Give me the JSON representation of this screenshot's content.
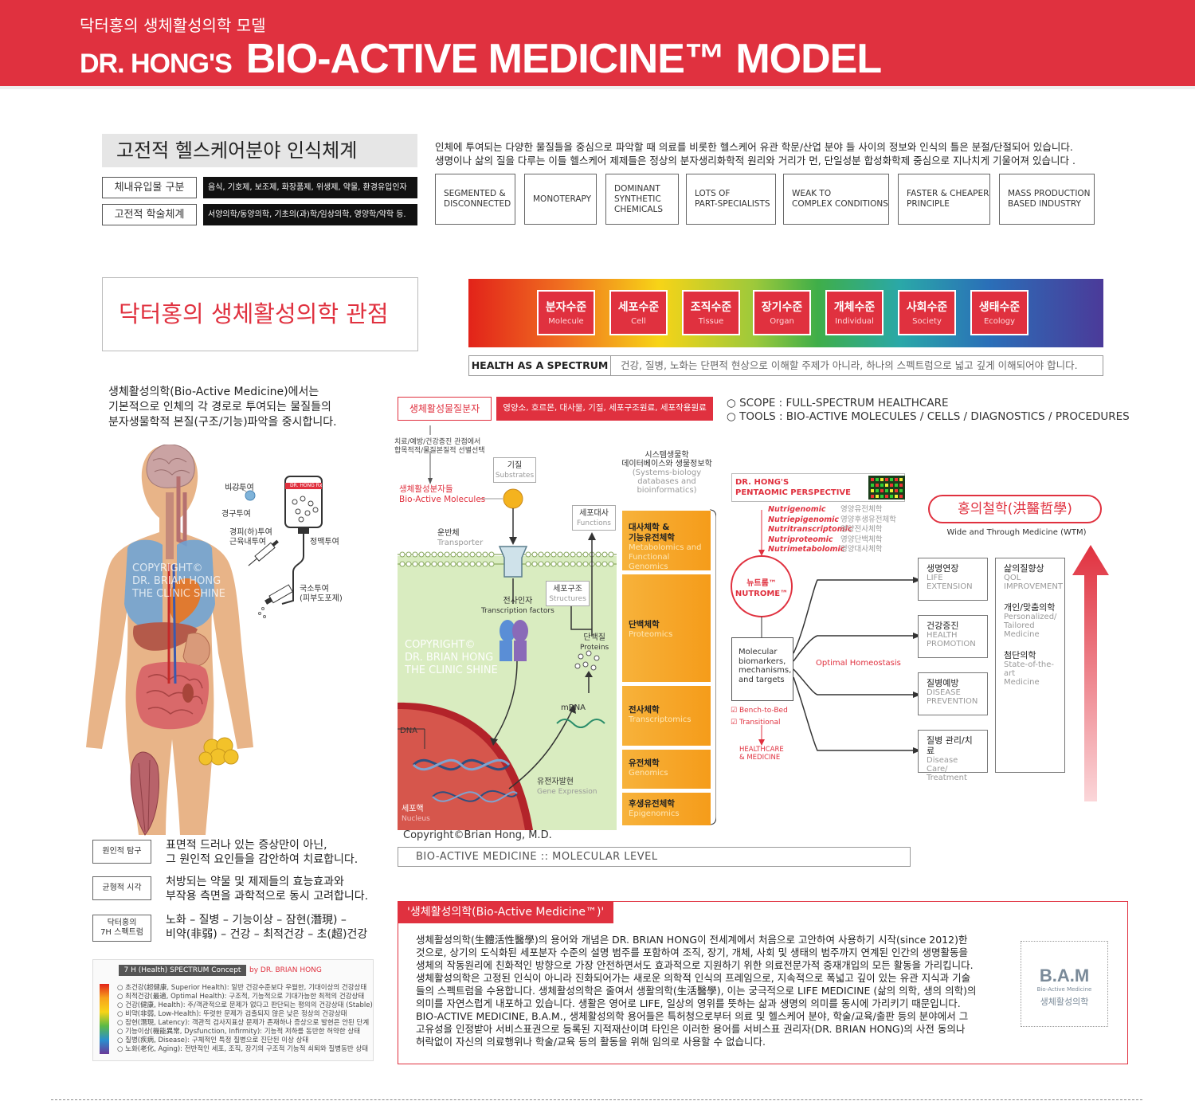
{
  "header": {
    "title_ko": "닥터홍의 생체활성의학 모델",
    "title_en_prefix": "DR. HONG'S",
    "title_en_main": "BIO-ACTIVE MEDICINE™  MODEL"
  },
  "classic": {
    "title": "고전적 헬스케어분야 인식체계",
    "rows": [
      {
        "label": "체내유입물 구분",
        "value": "음식, 기호제, 보조제, 화장품제, 위생제, 약물, 환경유입인자"
      },
      {
        "label": "고전적 학술체계",
        "value": "서양의학/동양의학, 기초의(과)학/임상의학, 영양학/약학 등."
      }
    ],
    "intro_line1": "인체에 투여되는 다양한 물질들을 중심으로 파악할 때 의료를 비롯한 헬스케어 유관 학문/산업 분야 들 사이의 정보와 인식의 틀은 분절/단절되어 있습니다.",
    "intro_line2": "생명이나 삶의 질을 다루는 이들 헬스케어 제제들은 정상의 분자생리화학적 원리와 거리가 먼, 단일성분 합성화학제 중심으로 지나치게 기울어져 있습니다 .",
    "characteristics": [
      {
        "l1": "SEGMENTED &",
        "l2": "DISCONNECTED",
        "l3": ""
      },
      {
        "l1": "MONOTERAPY",
        "l2": "",
        "l3": ""
      },
      {
        "l1": "DOMINANT",
        "l2": "SYNTHETIC",
        "l3": "CHEMICALS"
      },
      {
        "l1": "LOTS OF",
        "l2": "PART-SPECIALISTS",
        "l3": ""
      },
      {
        "l1": "WEAK TO",
        "l2": "COMPLEX CONDITIONS",
        "l3": ""
      },
      {
        "l1": "FASTER & CHEAPER",
        "l2": "PRINCIPLE",
        "l3": ""
      },
      {
        "l1": "MASS PRODUCTION",
        "l2": "BASED INDUSTRY",
        "l3": ""
      }
    ]
  },
  "perspective": {
    "title": "닥터홍의 생체활성의학 관점",
    "levels": [
      {
        "ko": "분자수준",
        "en": "Molecule"
      },
      {
        "ko": "세포수준",
        "en": "Cell"
      },
      {
        "ko": "조직수준",
        "en": "Tissue"
      },
      {
        "ko": "장기수준",
        "en": "Organ"
      },
      {
        "ko": "개체수준",
        "en": "Individual"
      },
      {
        "ko": "사회수준",
        "en": "Society"
      },
      {
        "ko": "생태수준",
        "en": "Ecology"
      }
    ],
    "spectrum_label": "HEALTH AS A SPECTRUM",
    "spectrum_desc": "건강, 질병, 노화는 단편적 현상으로 이해할 주제가 아니라, 하나의 스펙트럼으로 넓고 깊게 이해되어야 합니다."
  },
  "bam_intro": {
    "line1": "생체활성의학(Bio-Active Medicine)에서는",
    "line2": "기본적으로 인체의 각 경로로 투여되는 물질들의",
    "line3": "분자생물학적 본질(구조/기능)파악을 중시합니다."
  },
  "body_labels": {
    "nasal": "비강투여",
    "oral": "경구투여",
    "subcut_1": "경피(하)투여",
    "subcut_2": "근육내투여",
    "iv": "정맥투여",
    "topical_1": "국소투여",
    "topical_2": "(피부도포제)",
    "iv_bag": "DR. HONG Rx",
    "copyright_1": "COPYRIGHT©",
    "copyright_2": "DR. BRIAN HONG",
    "copyright_3": "THE CLINIC SHINE"
  },
  "molecules": {
    "box_label": "생체활성물질분자",
    "box_value": "영양소, 호르몬, 대사물, 기질, 세포구조원료, 세포작용원료",
    "scope": "○ SCOPE : FULL-SPECTRUM HEALTHCARE",
    "tools": "○ TOOLS : BIO-ACTIVE MOLECULES / CELLS / DIAGNOSTICS / PROCEDURES",
    "select_1": "치료/예방/건강증진 관점에서",
    "select_2": "합목적적/물질본질적 선별선택"
  },
  "cell": {
    "bam_molecules_ko": "생체활성분자들",
    "bam_molecules_en": "Bio-Active Molecules",
    "substrate_ko": "기질",
    "substrate_en": "Substrates",
    "transporter_ko": "운반체",
    "transporter_en": "Transporter",
    "metabolism_ko": "세포대사",
    "metabolism_en": "Functions",
    "structures_ko": "세포구조",
    "structures_en": "Structures",
    "tf_ko": "전사인자",
    "tf_en": "Transcription factors",
    "protein_ko": "단백질",
    "protein_en": "Proteins",
    "mrna": "mRNA",
    "dna": "DNA",
    "nucleus_ko": "세포핵",
    "nucleus_en": "Nucleus",
    "gene_ko": "유전자발현",
    "gene_en": "Gene Expression",
    "copyright_1": "COPYRIGHT©",
    "copyright_2": "DR. BRIAN HONG",
    "copyright_3": "THE CLINIC SHINE",
    "systems_ko_1": "시스템생물학",
    "systems_ko_2": "데이터베이스와 생물정보학",
    "systems_en_1": "(Systems-biology",
    "systems_en_2": "databases and bioinformatics)"
  },
  "omics": [
    {
      "ko1": "대사체학 &",
      "ko2": "기능유전체학",
      "en1": "Metabolomics and",
      "en2": "Functional Genomics"
    },
    {
      "ko1": "단백체학",
      "ko2": "",
      "en1": "Proteomics",
      "en2": ""
    },
    {
      "ko1": "전사체학",
      "ko2": "",
      "en1": "Transcriptomics",
      "en2": ""
    },
    {
      "ko1": "유전체학",
      "ko2": "",
      "en1": "Genomics",
      "en2": ""
    },
    {
      "ko1": "후생유전체학",
      "ko2": "",
      "en1": "Epigenomics",
      "en2": ""
    }
  ],
  "pentaomic": {
    "title_1": "DR. HONG'S",
    "title_2": "PENTAOMIC PERSPECTIVE",
    "items": [
      {
        "en": "Nutrigenomic",
        "ko": "영양유전체학"
      },
      {
        "en": "Nutriepigenomic",
        "ko": "영양후생유전체학"
      },
      {
        "en": "Nutritranscriptomic",
        "ko": "영양전사체학"
      },
      {
        "en": "Nutriproteomic",
        "ko": "영양단백체학"
      },
      {
        "en": "Nutrimetabolomic",
        "ko": "영양대사체학"
      }
    ],
    "nutrome_ko": "뉴트롬™",
    "nutrome_en": "NUTROME™",
    "biomarkers_1": "Molecular",
    "biomarkers_2": "biomarkers,",
    "biomarkers_3": "mechanisms,",
    "biomarkers_4": "and targets",
    "bench": "Bench-to-Bed",
    "transitional": "Transitional",
    "healthcare_1": "HEALTHCARE",
    "healthcare_2": "& MEDICINE",
    "optimal": "Optimal Homeostasis"
  },
  "wtm": {
    "title": "홍의철학(洪醫哲學)",
    "subtitle": "Wide and Through Medicine (WTM)",
    "outcomes": [
      {
        "ko": "생명연장",
        "en1": "LIFE",
        "en2": "EXTENSION"
      },
      {
        "ko": "건강증진",
        "en1": "HEALTH",
        "en2": "PROMOTION"
      },
      {
        "ko": "질병예방",
        "en1": "DISEASE",
        "en2": "PREVENTION"
      },
      {
        "ko": "질병 관리/치료",
        "en1": "Disease Care/",
        "en2": "Treatment"
      }
    ],
    "right": [
      {
        "ko": "삶의질향상",
        "en1": "QOL",
        "en2": "IMPROVEMENT",
        "en3": ""
      },
      {
        "ko": "개인/맞춤의학",
        "en1": "Personalized/",
        "en2": "Tailored",
        "en3": "Medicine"
      },
      {
        "ko": "첨단의학",
        "en1": "State-of-the-art",
        "en2": "Medicine",
        "en3": ""
      }
    ]
  },
  "footer_diagram": {
    "copyright": "Copyright©Brian Hong, M.D.",
    "level": "BIO-ACTIVE MEDICINE :: MOLECULAR LEVEL"
  },
  "side_notes": [
    {
      "label_1": "원인적 탐구",
      "label_2": "",
      "text_1": "표면적 드러나 있는 증상만이 아닌,",
      "text_2": "그 원인적 요인들을 감안하여 치료합니다."
    },
    {
      "label_1": "균형적 시각",
      "label_2": "",
      "text_1": "처방되는 약물 및 제제들의 효능효과와",
      "text_2": "부작용 측면을 과학적으로 동시 고려합니다."
    },
    {
      "label_1": "닥터홍의",
      "label_2": "7H 스펙트럼",
      "text_1": "노화 – 질병 – 기능이상 – 잠현(潛現) –",
      "text_2": "비약(非弱) – 건강 – 최적건강 – 초(超)건강"
    }
  ],
  "legend": {
    "title": "7 H (Health) SPECTRUM Concept",
    "by": "by DR. BRIAN HONG",
    "lines": [
      "○ 초건강(超健康, Superior Health): 일반 건강수준보다 우월한, 기대이상의 건강상태",
      "○ 최적건강(最適, Optimal Health): 구조적, 기능적으로 기대가능한 최적의 건강상태",
      "○ 건강(健康, Health): 주/객관적으로 문제가 없다고 판단되는 평의의 건강상태 (Stable)",
      "○ 비약(非弱, Low-Health): 뚜렷한 문제가 검출되지 않은 낮은 정상의 건강상태",
      "○ 잠현(潛現, Latency): 객관적 검사지표상 문제가 존재하나 증상으로 발현은 안된 단계",
      "○ 기능이상(機能異常, Dysfunction, Infirmity): 기능적 저하를 동반한 허약한 상태",
      "○ 질병(疾病, Disease): 구체적인 특정 질병으로 진단된 이상 상태",
      "○ 노화(老化, Aging): 전반적인 세포, 조직, 장기의 구조적 기능적 쇠퇴와 질병동반 상태"
    ]
  },
  "definition": {
    "tab": "'생체활성의학(Bio-Active Medicine™)'",
    "lines": [
      "생체활성의학(生體活性醫學)의 용어와 개념은 DR. BRIAN HONG이 전세계에서 처음으로 고안하여 사용하기 시작(since 2012)한",
      "것으로, 상기의 도식화된 세포분자 수준의 설명 범주를 포함하여 조직, 장기, 개체, 사회 및 생태의 범주까지 연계된 인간의 생명활동을",
      "생체의 작동원리에 친화적인 방향으로 가장 안전하면서도 효과적으로 지원하기 위한 의료전문가적 중재개입의 모든 활동을 가리킵니다.",
      "생체활성의학은 고정된 인식이 아니라 진화되어가는 새로운 의학적 인식의 프레임으로, 지속적으로 폭넓고 깊이 있는 유관 지식과 기술",
      "들의 스펙트럼을 수용합니다. 생체활성의학은 줄여서 생활의학(生活醫學), 이는 궁극적으로 LIFE MEDICINE (삶의 의학, 생의 의학)의",
      "의미를 자연스럽게 내포하고 있습니다. 생활은 영어로 LIFE, 일상의 영위를 뜻하는 삶과 생명의 의미를 동시에 가리키기 때문입니다.",
      "BIO-ACTIVE MEDICINE, B.A.M., 생체활성의학 용어들은 특허청으로부터 의료 및 헬스케어 분야, 학술/교육/출판 등의 분야에서 그",
      "고유성을 인정받아 서비스표권으로 등록된 지적재산이며 타인은 이러한 용어를 서비스표 권리자(DR. BRIAN HONG)의 사전 동의나",
      "허락없이 자신의 의료행위나 학술/교육 등의 활동을 위해 임의로 사용할 수 없습니다."
    ],
    "bam_logo": "B.A.M",
    "bam_sub": "Bio-Active Medicine",
    "bam_ko": "생체활성의학"
  },
  "colors": {
    "brand_red": "#e0313f",
    "omics_orange": "#f5a623",
    "cell_green": "#d9ecc0"
  }
}
